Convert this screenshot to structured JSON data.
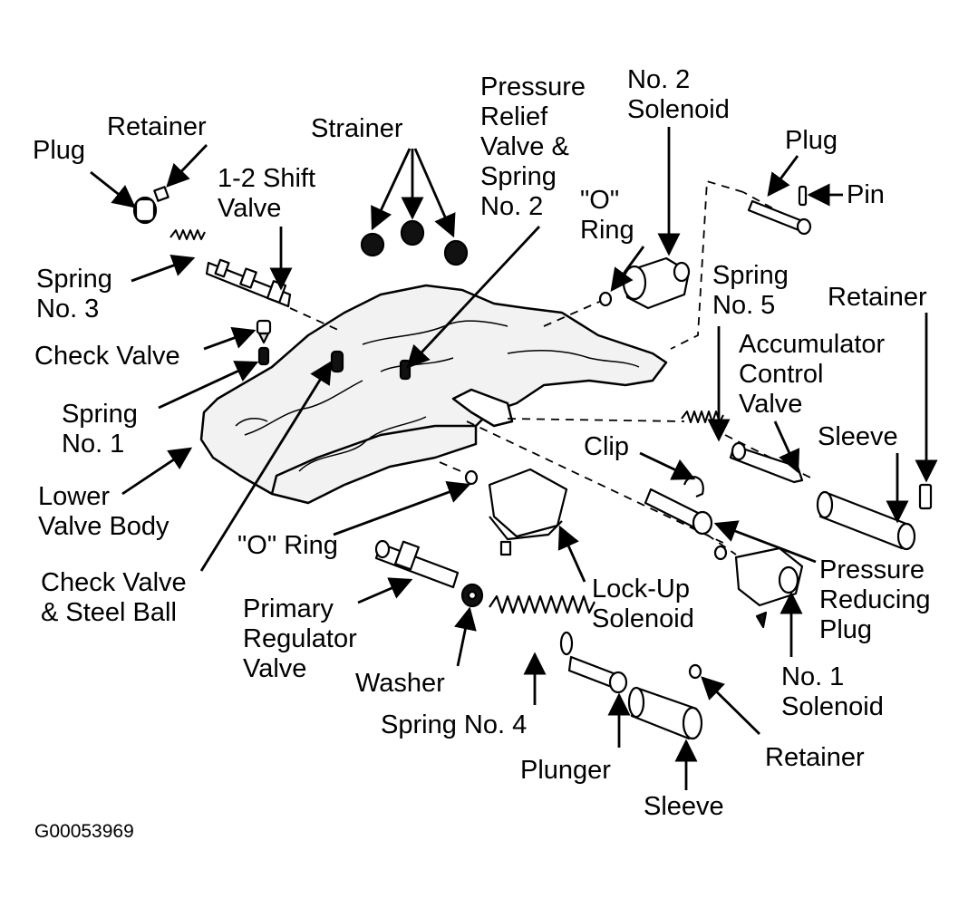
{
  "figure_code": "G00053969",
  "colors": {
    "ink": "#000000",
    "paper": "#ffffff",
    "body_fill": "#f2f2f2"
  },
  "labels": {
    "plug_left": "Plug",
    "retainer_top": "Retainer",
    "strainer": "Strainer",
    "shift_valve": [
      "1-2 Shift",
      "Valve"
    ],
    "pressure_relief": [
      "Pressure",
      "Relief",
      "Valve &",
      "Spring",
      "No. 2"
    ],
    "no2_solenoid": [
      "No. 2",
      "Solenoid"
    ],
    "o_ring_top": [
      "\"O\"",
      "Ring"
    ],
    "plug_right": "Plug",
    "pin": "Pin",
    "spring_no3": [
      "Spring",
      "No. 3"
    ],
    "spring_no5": [
      "Spring",
      "No. 5"
    ],
    "retainer_right": "Retainer",
    "check_valve": "Check Valve",
    "accumulator_control": [
      "Accumulator",
      "Control",
      "Valve"
    ],
    "spring_no1": [
      "Spring",
      "No. 1"
    ],
    "sleeve_right": "Sleeve",
    "clip": "Clip",
    "lower_valve_body": [
      "Lower",
      "Valve Body"
    ],
    "o_ring_mid": "\"O\" Ring",
    "check_valve_steel_ball": [
      "Check Valve",
      "& Steel Ball"
    ],
    "pressure_reducing_plug": [
      "Pressure",
      "Reducing",
      "Plug"
    ],
    "lockup_solenoid": [
      "Lock-Up",
      "Solenoid"
    ],
    "primary_regulator": [
      "Primary",
      "Regulator",
      "Valve"
    ],
    "no1_solenoid": [
      "No. 1",
      "Solenoid"
    ],
    "washer": "Washer",
    "spring_no4": "Spring No. 4",
    "plunger": "Plunger",
    "retainer_bottom": "Retainer",
    "sleeve_bottom": "Sleeve"
  }
}
